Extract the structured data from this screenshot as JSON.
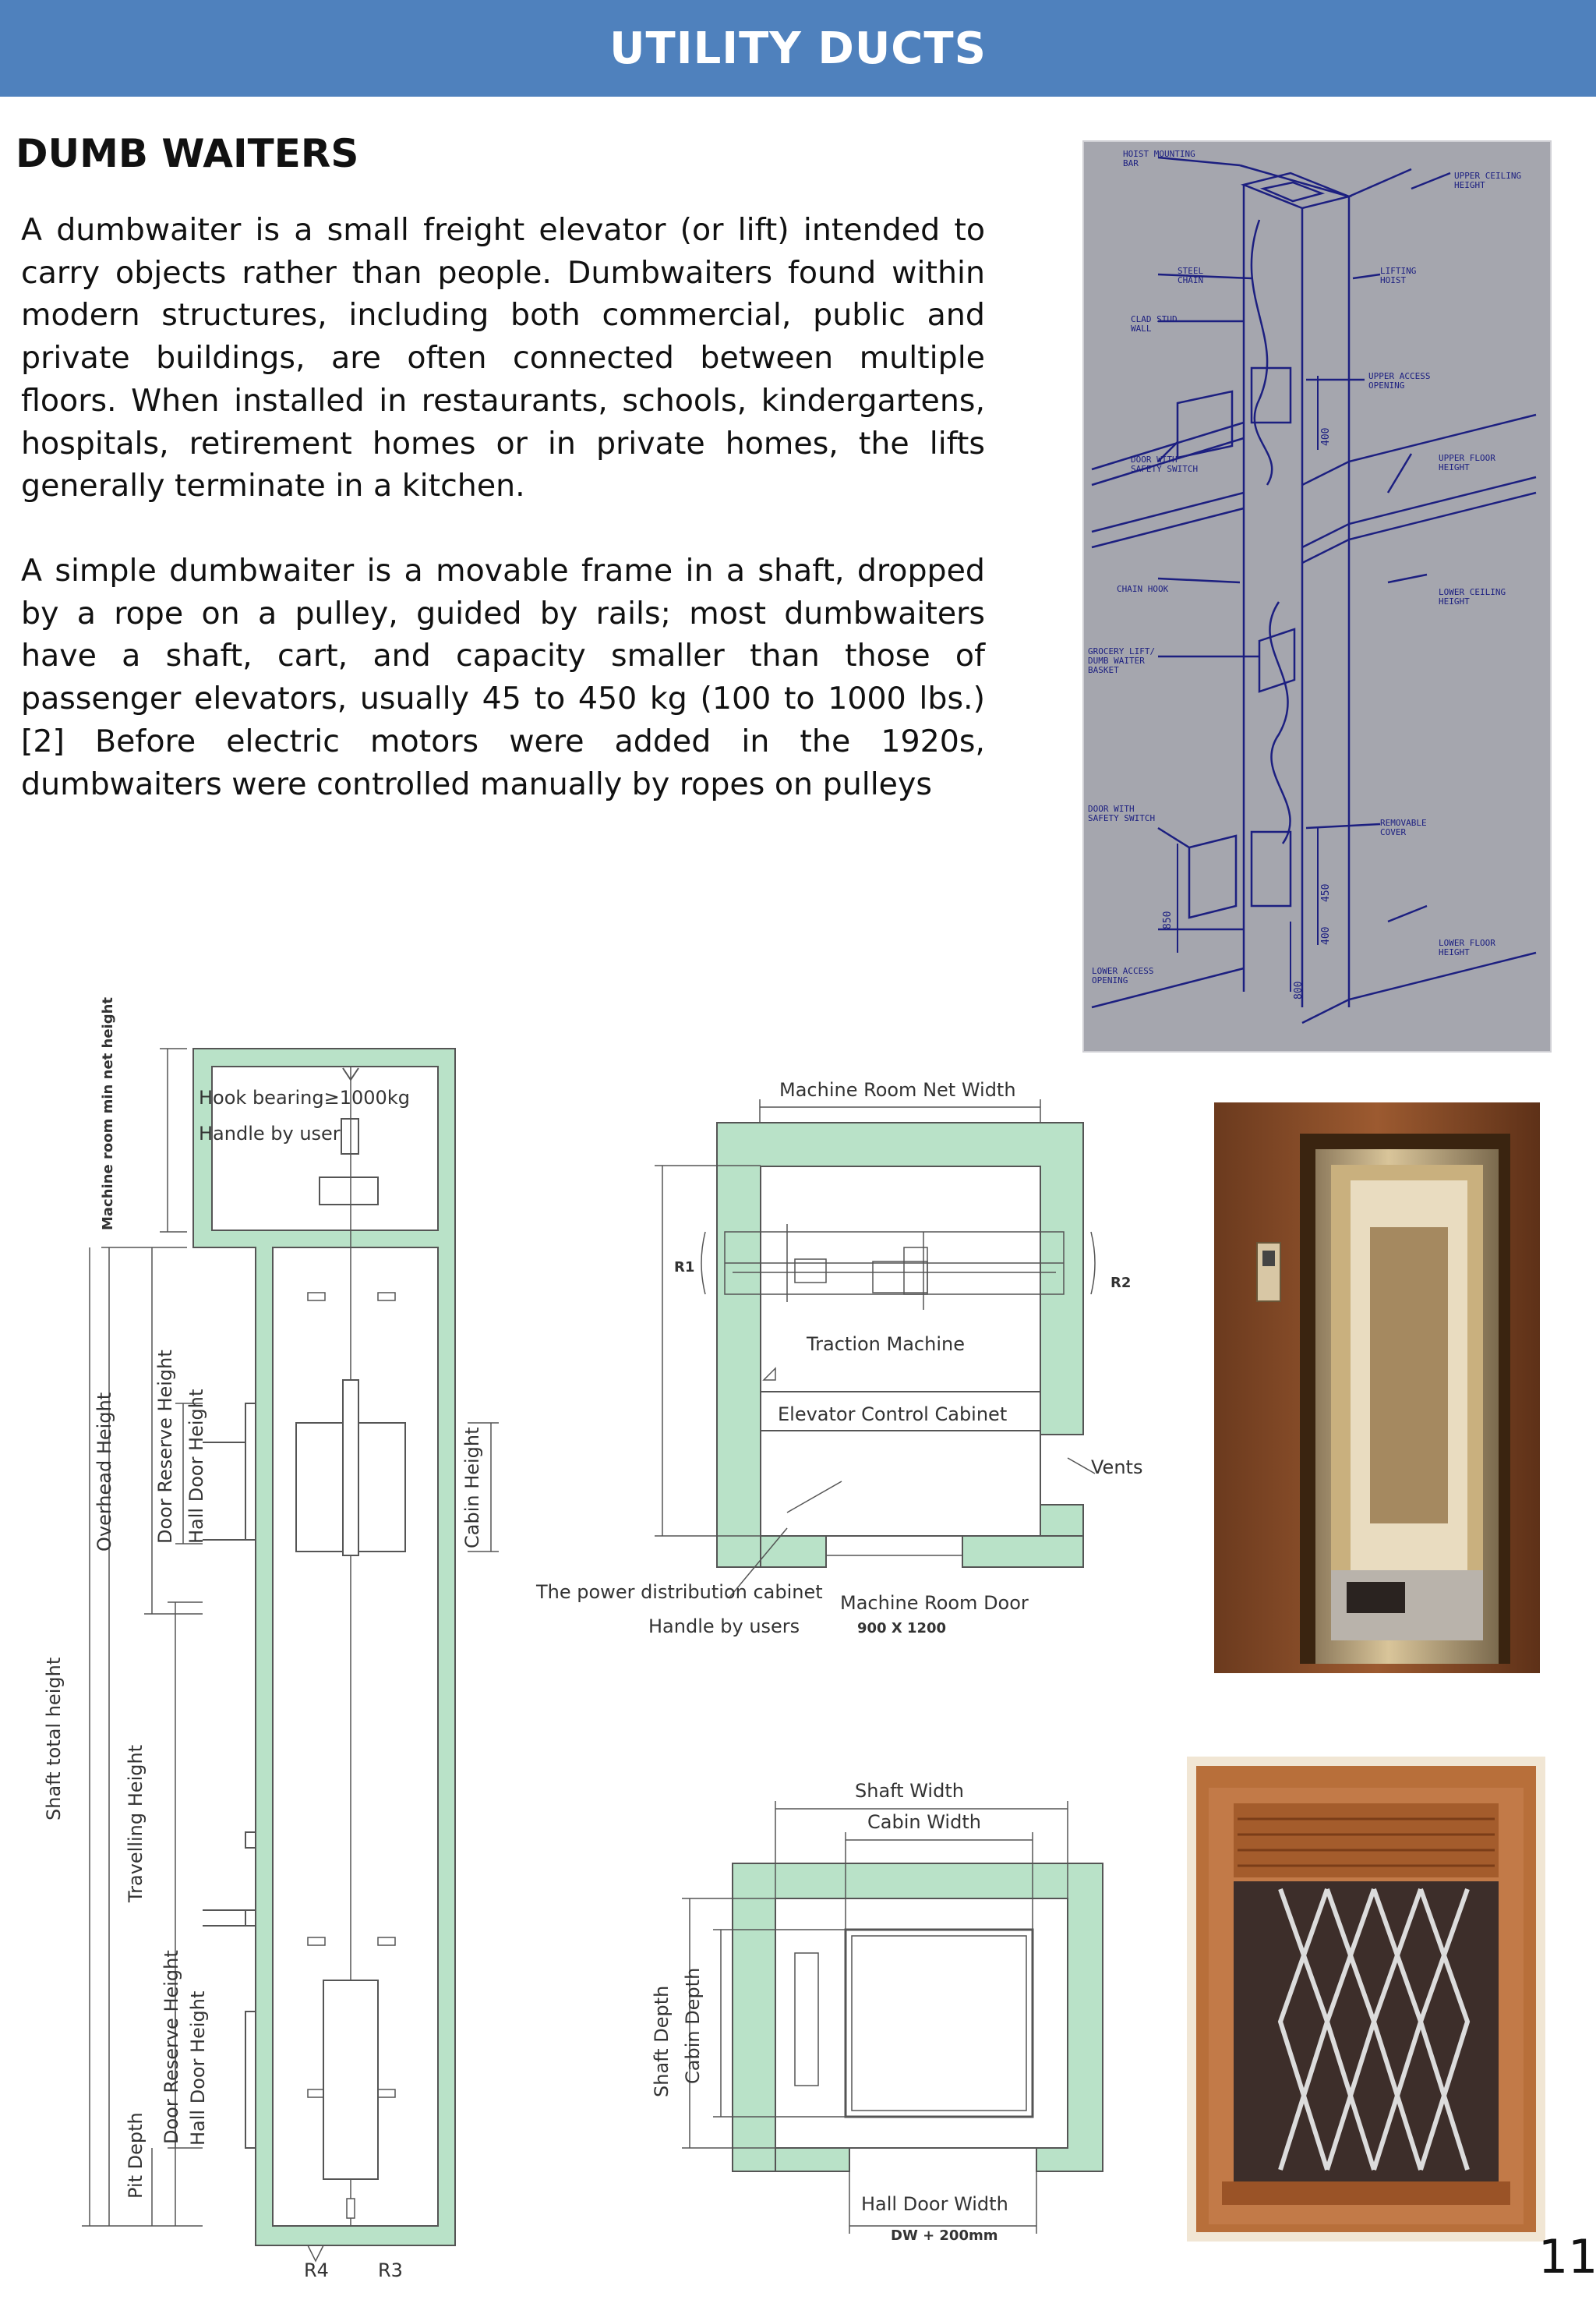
{
  "header": {
    "title": "UTILITY DUCTS"
  },
  "section": {
    "title": "DUMB WAITERS",
    "paragraphs": [
      "A dumbwaiter is a small freight elevator (or lift) intended to carry objects rather than people. Dumbwaiters found within modern structures, including both commercial, public and private buildings, are often connected between multiple floors. When installed in restaurants, schools, kindergartens, hospitals, retirement homes or in private homes, the lifts generally terminate in a kitchen.",
      "A simple dumbwaiter is a movable frame in a shaft, dropped by a rope on a pulley, guided by rails; most dumbwaiters have a shaft, cart, and capacity smaller than those of passenger elevators, usually 45 to 450 kg (100 to 1000 lbs.)[2] Before electric motors were added in the 1920s, dumbwaiters were controlled manually by ropes on pulleys"
    ]
  },
  "iso_drawing": {
    "labels": {
      "hoist_bar": "HOIST MOUNTING\nBAR",
      "steel_chain": "STEEL\nCHAIN",
      "clad_stud": "CLAD STUD\nWALL",
      "door_switch_upper": "DOOR WITH\nSAFETY SWITCH",
      "chain_hook": "CHAIN HOOK",
      "grocery_lift": "GROCERY LIFT/\nDUMB WAITER\nBASKET",
      "door_switch_lower": "DOOR WITH\nSAFETY SWITCH",
      "lower_access": "LOWER ACCESS\nOPENING",
      "upper_ceiling": "UPPER CEILING\nHEIGHT",
      "lifting_hoist": "LIFTING\nHOIST",
      "upper_access": "UPPER ACCESS\nOPENING",
      "upper_floor": "UPPER FLOOR\nHEIGHT",
      "lower_ceiling": "LOWER CEILING\nHEIGHT",
      "removable_cover": "REMOVABLE\nCOVER",
      "lower_floor": "LOWER FLOOR\nHEIGHT"
    },
    "dims": {
      "d400a": "400",
      "d850": "850",
      "d400b": "400",
      "d450": "450",
      "d800": "800"
    }
  },
  "elevation_diagram": {
    "hook_bearing": "Hook bearing≥1000kg",
    "handle_by_user": "Handle by user",
    "machine_room_height": "Machine room min net height",
    "overhead_height": "Overhead Height",
    "door_reserve_height_top": "Door Reserve Height",
    "hall_door_height_top": "Hall Door Height",
    "cabin_height": "Cabin Height",
    "shaft_total_height": "Shaft total height",
    "travelling_height": "Travelling Height",
    "door_reserve_height_bottom": "Door Reserve Height",
    "hall_door_height_bottom": "Hall Door Height",
    "pit_depth": "Pit Depth",
    "r4": "R4",
    "r3": "R3"
  },
  "machine_room_diagram": {
    "net_width": "Machine Room Net Width",
    "r1": "R1",
    "r2": "R2",
    "traction_machine": "Traction Machine",
    "control_cabinet": "Elevator Control Cabinet",
    "vents": "Vents",
    "power_cabinet": "The power distribution cabinet",
    "handle_by_users": "Handle by users",
    "room_door": "Machine Room Door",
    "room_door_size": "900 X 1200"
  },
  "plan_diagram": {
    "shaft_width": "Shaft Width",
    "cabin_width": "Cabin Width",
    "shaft_depth": "Shaft Depth",
    "cabin_depth": "Cabin Depth",
    "hall_door_width": "Hall Door Width",
    "hall_door_formula": "DW + 200mm"
  },
  "page_number": "11",
  "colors": {
    "banner": "#4f81bd",
    "wall_green": "#b9e2c8",
    "iso_bg": "#a5a6ae",
    "iso_ink": "#1c1f80"
  }
}
